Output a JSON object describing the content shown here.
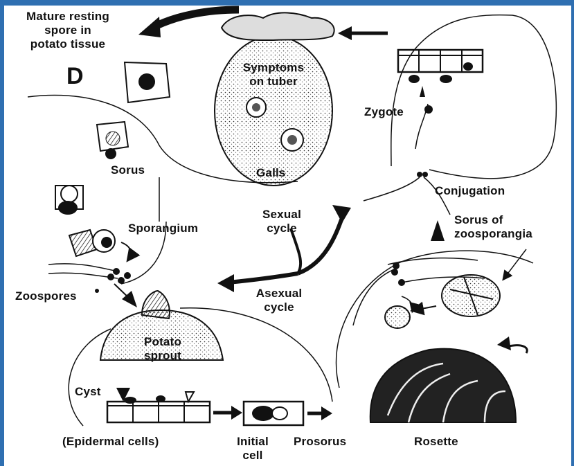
{
  "labels": {
    "mature_spore": [
      "Mature resting",
      "spore in",
      "potato tissue"
    ],
    "panel_letter": "D",
    "symptoms": [
      "Symptoms",
      "on tuber"
    ],
    "galls": "Galls",
    "zygote": "Zygote",
    "conjugation": "Conjugation",
    "sorus": "Sorus",
    "sporangium": "Sporangium",
    "sexual_cycle": [
      "Sexual",
      "cycle"
    ],
    "sorus_zoosporangia": [
      "Sorus of",
      "zoosporangia"
    ],
    "zoospores": "Zoospores",
    "asexual_cycle": [
      "Asexual",
      "cycle"
    ],
    "potato_sprout": [
      "Potato",
      "sprout"
    ],
    "cyst": "Cyst",
    "epidermal_cells": "(Epidermal cells)",
    "initial_cell": [
      "Initial",
      "cell"
    ],
    "prosorus": "Prosorus",
    "rosette": "Rosette"
  },
  "colors": {
    "frame": "#2f6fb1",
    "ink": "#111111"
  }
}
